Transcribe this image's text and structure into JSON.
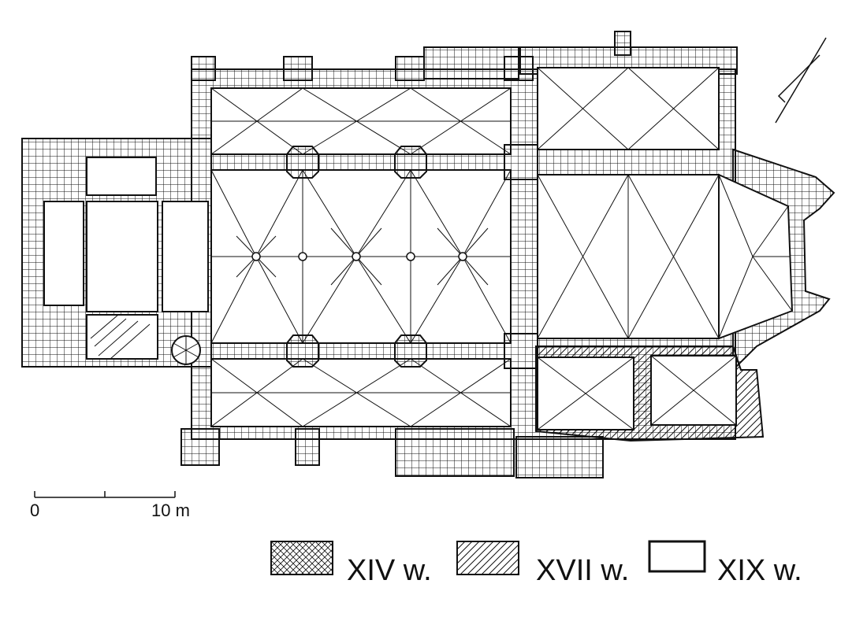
{
  "scale_bar": {
    "start_label": "0",
    "end_label": "10 m"
  },
  "legend": {
    "items": [
      {
        "label": "XIV w.",
        "pattern": "crosshatch"
      },
      {
        "label": "XVII w.",
        "pattern": "diagonal-hatch"
      },
      {
        "label": "XIX w.",
        "pattern": "empty"
      }
    ]
  },
  "north_arrow": {
    "icon": "north-arrow-icon"
  },
  "colors": {
    "ink": "#111111",
    "paper": "#ffffff"
  }
}
